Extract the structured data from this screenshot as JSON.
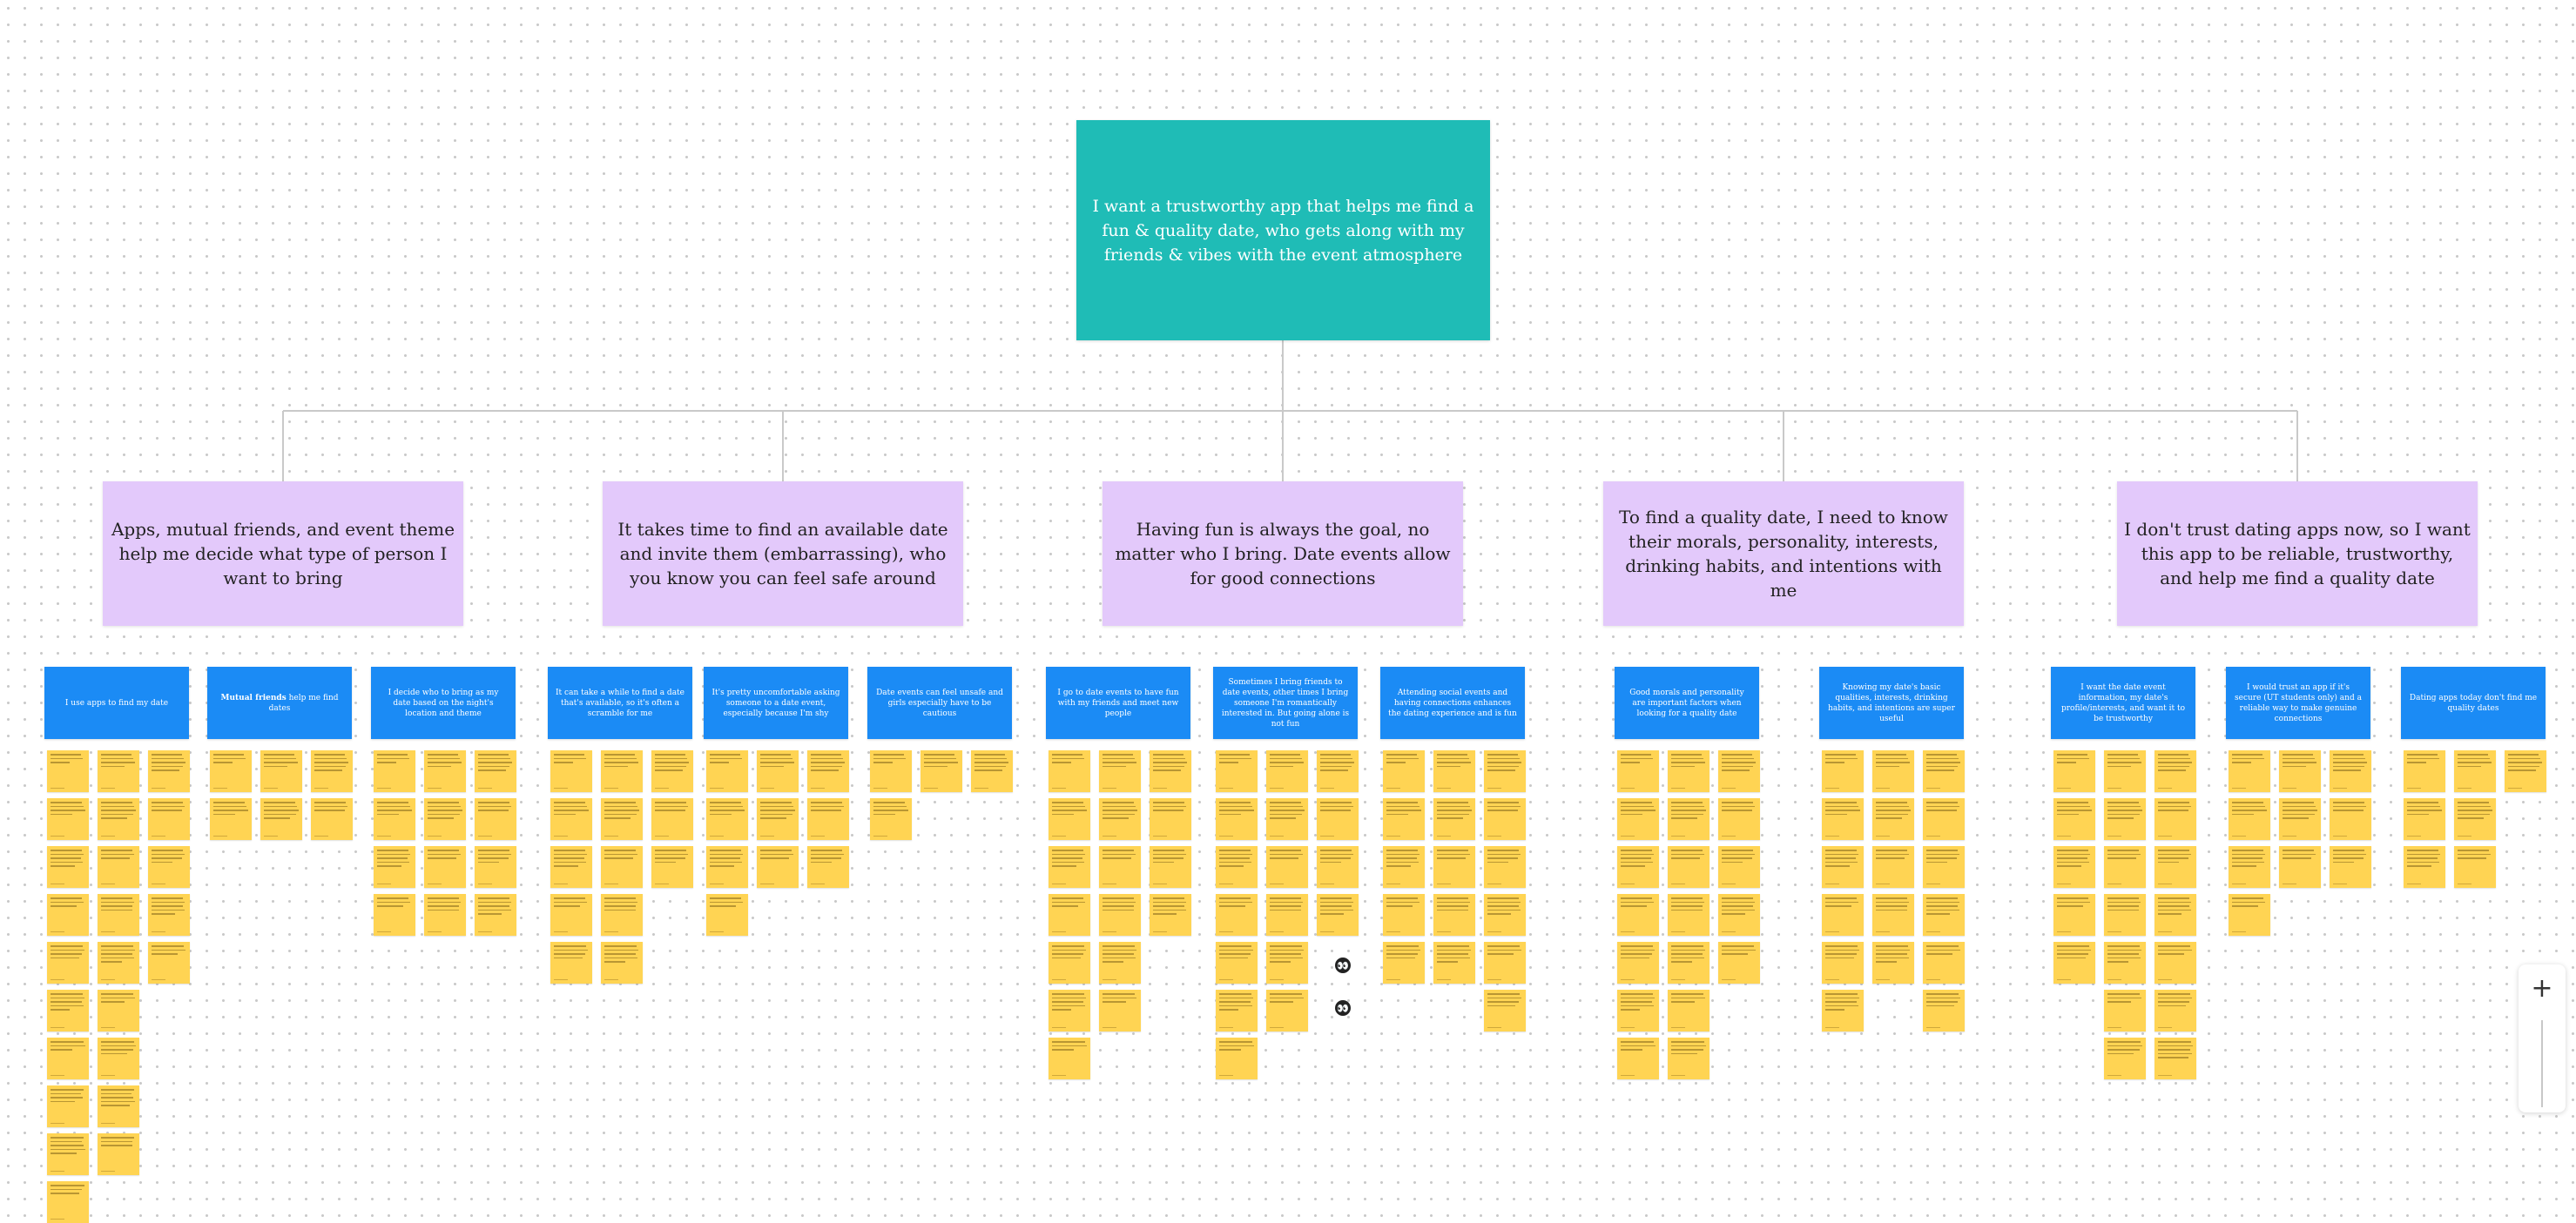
{
  "root": {
    "text": "I want a trustworthy app that helps me find a fun & quality date, who gets along with my friends & vibes with the event atmosphere"
  },
  "themes": [
    {
      "text": "Apps, mutual friends, and event theme help me decide what type of person I want to bring"
    },
    {
      "text": "It takes time to find an available date and invite them (embarrassing), who you know you can feel safe around"
    },
    {
      "text": "Having fun is always the goal, no matter who I bring. Date events allow for good connections"
    },
    {
      "text": "To find a quality date, I need to know their morals, personality, interests, drinking habits, and intentions with me"
    },
    {
      "text": "I don't trust dating apps now, so I want this app to be reliable, trustworthy, and help me find a quality date"
    }
  ],
  "insights": [
    {
      "text": "I use apps to find my date"
    },
    {
      "bold": "Mutual friends",
      "text": " help me find dates"
    },
    {
      "text": "I decide who to bring as my date based on the night's location and theme"
    },
    {
      "text": "It can take a while to find a date that's available, so it's often a scramble for me"
    },
    {
      "text": "It's pretty uncomfortable asking someone to a date event, especially because I'm shy"
    },
    {
      "text": "Date events can feel unsafe and girls especially have to be cautious"
    },
    {
      "text": "I go to date events to have fun with my friends and meet new people"
    },
    {
      "text": "Sometimes I bring friends to date events, other times I bring someone I'm romantically interested in. But going alone is not fun"
    },
    {
      "text": "Attending social events and having connections enhances the dating experience and is fun"
    },
    {
      "text": "Good morals and personality are important factors when looking for a quality date"
    },
    {
      "text": "Knowing my date's basic qualities, interests, drinking habits, and intentions are super useful"
    },
    {
      "text": "I want the date event information, my date's profile/interests, and want it to be trustworthy"
    },
    {
      "text": "I would trust an app if it's secure (UT students only) and a reliable way to make genuine connections"
    },
    {
      "text": "Dating apps today don't find me quality dates"
    }
  ],
  "zoom": {
    "zoom_in_symbol": "+"
  }
}
